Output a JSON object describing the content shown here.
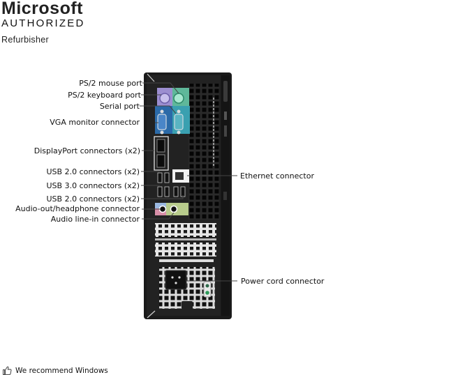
{
  "brand": {
    "title": "Microsoft",
    "subtitle": "AUTHORIZED",
    "tagline": "Refurbisher"
  },
  "labels_left": [
    {
      "id": "ps2-mouse",
      "text": "PS/2 mouse port"
    },
    {
      "id": "ps2-keyboard",
      "text": "PS/2 keyboard port"
    },
    {
      "id": "serial",
      "text": "Serial port"
    },
    {
      "id": "vga",
      "text": "VGA monitor connector"
    },
    {
      "id": "displayport",
      "text": "DisplayPort connectors (x2)"
    },
    {
      "id": "usb2-upper",
      "text": "USB 2.0 connectors (x2)"
    },
    {
      "id": "usb3",
      "text": "USB 3.0 connectors (x2)"
    },
    {
      "id": "usb2-lower",
      "text": "USB 2.0 connectors (x2)"
    },
    {
      "id": "audio-out",
      "text": "Audio-out/headphone connector"
    },
    {
      "id": "audio-in",
      "text": "Audio line-in connector"
    }
  ],
  "labels_right": [
    {
      "id": "ethernet",
      "text": "Ethernet connector"
    },
    {
      "id": "power",
      "text": "Power cord connector"
    }
  ],
  "footer": {
    "icon": "thumbs-up-icon",
    "text": "We recommend Windows"
  },
  "colors": {
    "case": "#1c1c1c",
    "ps2_mouse": "#5fb89a",
    "ps2_keyboard": "#9c8ed0",
    "vga": "#2b6aa8",
    "serial": "#3aa0b0",
    "audio_out": "#d88fa8",
    "audio_in": "#b8cc8c"
  }
}
